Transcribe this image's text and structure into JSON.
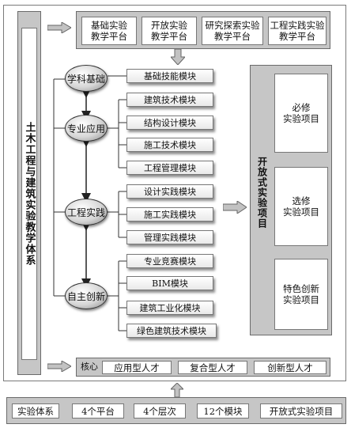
{
  "system_title": "土木工程与建筑实验教学体系",
  "platforms": [
    "基础实验\n教学平台",
    "开放实验\n教学平台",
    "研究探索实验\n教学平台",
    "工程实践实验\n教学平台"
  ],
  "levels": [
    "学科基础",
    "专业应用",
    "工程实践",
    "自主创新"
  ],
  "modules": [
    "基础技能模块",
    "建筑技术模块",
    "结构设计模块",
    "施工技术模块",
    "工程管理模块",
    "设计实践模块",
    "施工实践模块",
    "管理实践模块",
    "专业竞赛模块",
    "BIM模块",
    "建筑工业化模块",
    "绿色建筑技术模块"
  ],
  "open_projects": {
    "title": "开放式实验项目",
    "items": [
      "必修\n实验项目",
      "选修\n实验项目",
      "特色创新\n实验项目"
    ]
  },
  "core": {
    "label": "核心",
    "talents": [
      "应用型人才",
      "复合型人才",
      "创新型人才"
    ]
  },
  "summary": [
    "实验体系",
    "4个平台",
    "4个层次",
    "12个模块",
    "开放式实验项目"
  ]
}
